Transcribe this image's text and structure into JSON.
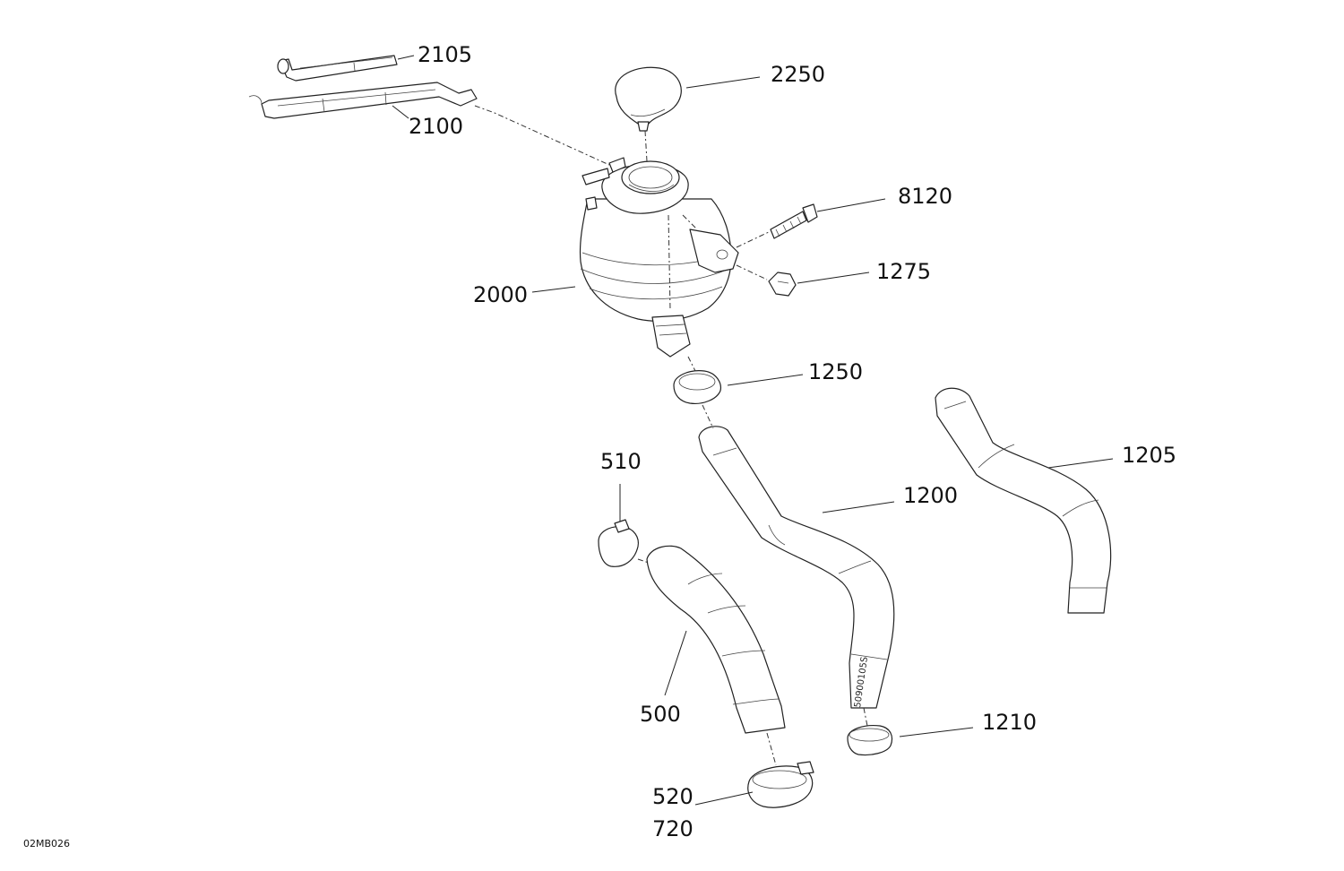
{
  "diagram_code": "02MB026",
  "hose_print": "50900105S",
  "callouts": [
    {
      "id": "2105",
      "text": "2105"
    },
    {
      "id": "2100",
      "text": "2100"
    },
    {
      "id": "2250",
      "text": "2250"
    },
    {
      "id": "8120",
      "text": "8120"
    },
    {
      "id": "1275",
      "text": "1275"
    },
    {
      "id": "2000",
      "text": "2000"
    },
    {
      "id": "1250",
      "text": "1250"
    },
    {
      "id": "1205",
      "text": "1205"
    },
    {
      "id": "1200",
      "text": "1200"
    },
    {
      "id": "510",
      "text": "510"
    },
    {
      "id": "500",
      "text": "500"
    },
    {
      "id": "1210",
      "text": "1210"
    },
    {
      "id": "520",
      "text": "520"
    },
    {
      "id": "720",
      "text": "720"
    }
  ]
}
